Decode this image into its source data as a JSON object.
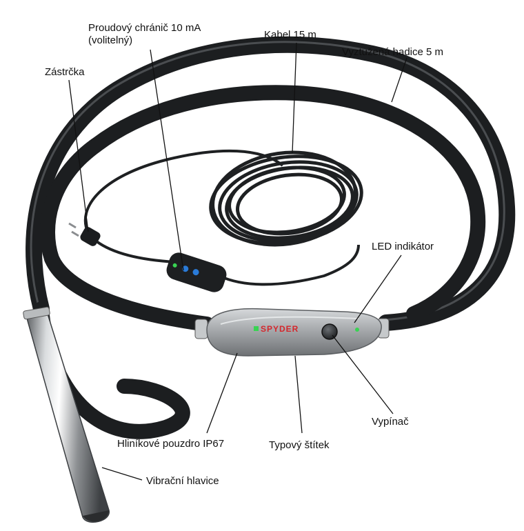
{
  "labels": {
    "rcd": "Proudový chránič 10 mA",
    "rcd_note": "(volitelný)",
    "cable": "Kabel 15 m",
    "hose": "Vyztužená hadice 5 m",
    "plug": "Zástrčka",
    "led": "LED indikátor",
    "switch": "Vypínač",
    "housing": "Hliníkové pouzdro IP67",
    "plate": "Typový štítek",
    "head": "Vibrační hlavice"
  },
  "brand": "SPYDER",
  "colors": {
    "hose": "#222426",
    "housing": "#a9acae",
    "brand_red": "#d4272c",
    "led_green": "#39d353",
    "rcd_blue": "#2a7bd8"
  }
}
